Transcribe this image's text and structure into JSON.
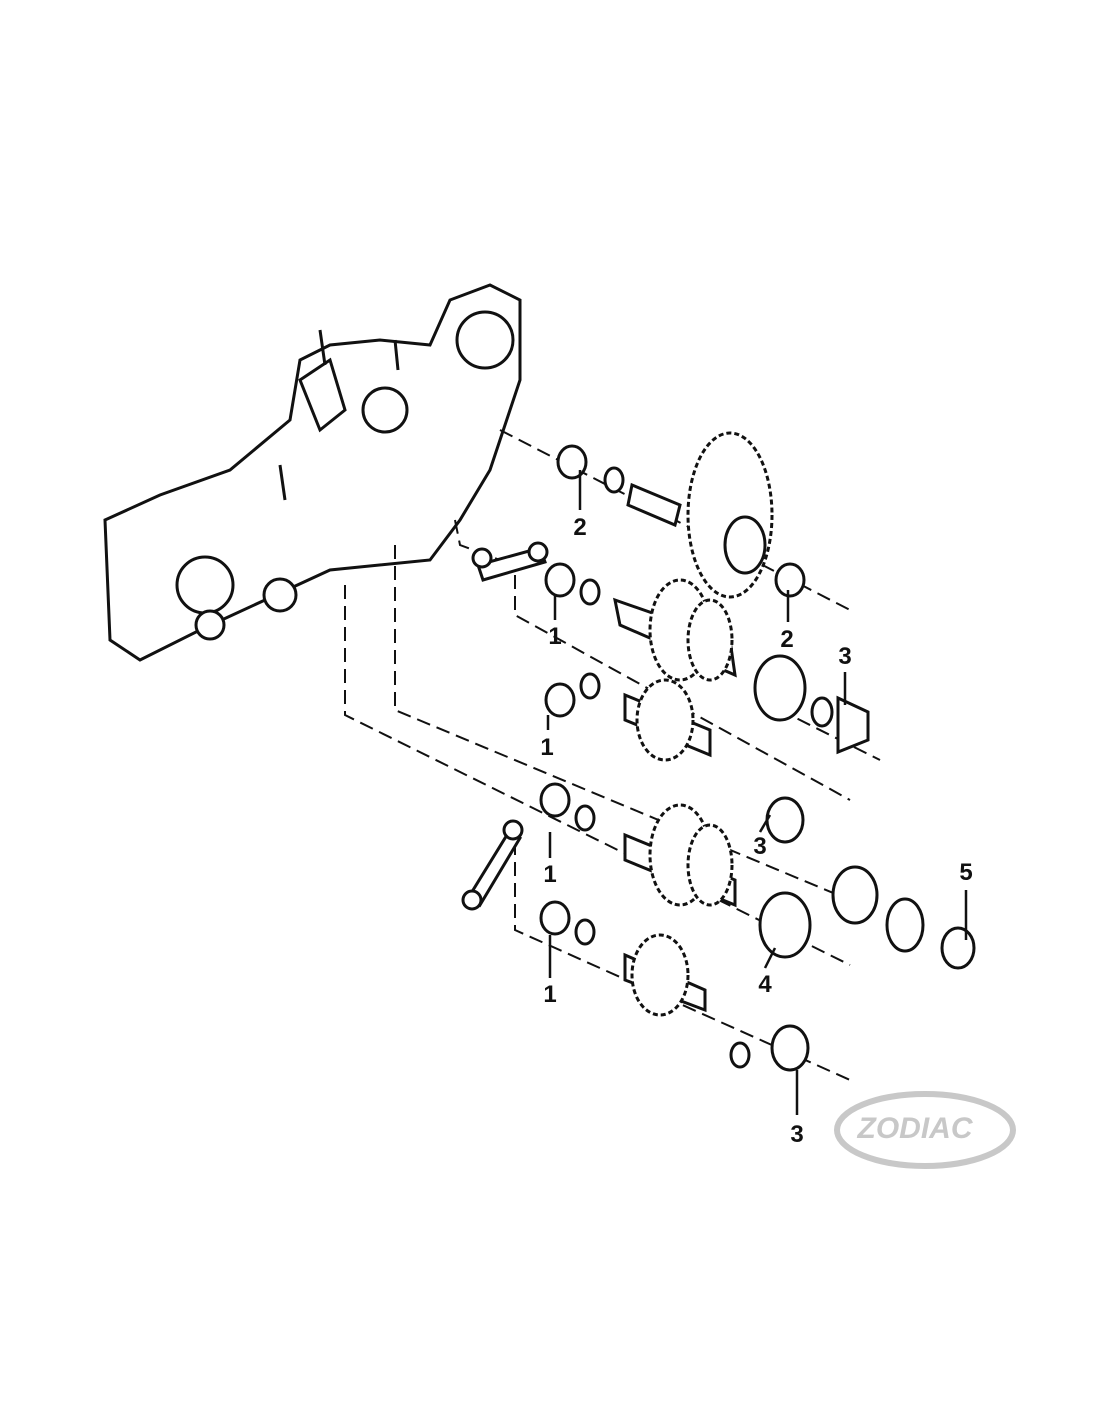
{
  "diagram": {
    "title": "Transmission gear exploded view",
    "callouts": [
      {
        "id": "c1",
        "text": "2"
      },
      {
        "id": "c2",
        "text": "2"
      },
      {
        "id": "c3",
        "text": "3"
      },
      {
        "id": "c4",
        "text": "1"
      },
      {
        "id": "c5",
        "text": "1"
      },
      {
        "id": "c6",
        "text": "3"
      },
      {
        "id": "c7",
        "text": "1"
      },
      {
        "id": "c8",
        "text": "5"
      },
      {
        "id": "c9",
        "text": "1"
      },
      {
        "id": "c10",
        "text": "4"
      },
      {
        "id": "c11",
        "text": "3"
      }
    ],
    "logo": {
      "text": "ZODIAC",
      "color": "#c8c8c8"
    }
  }
}
